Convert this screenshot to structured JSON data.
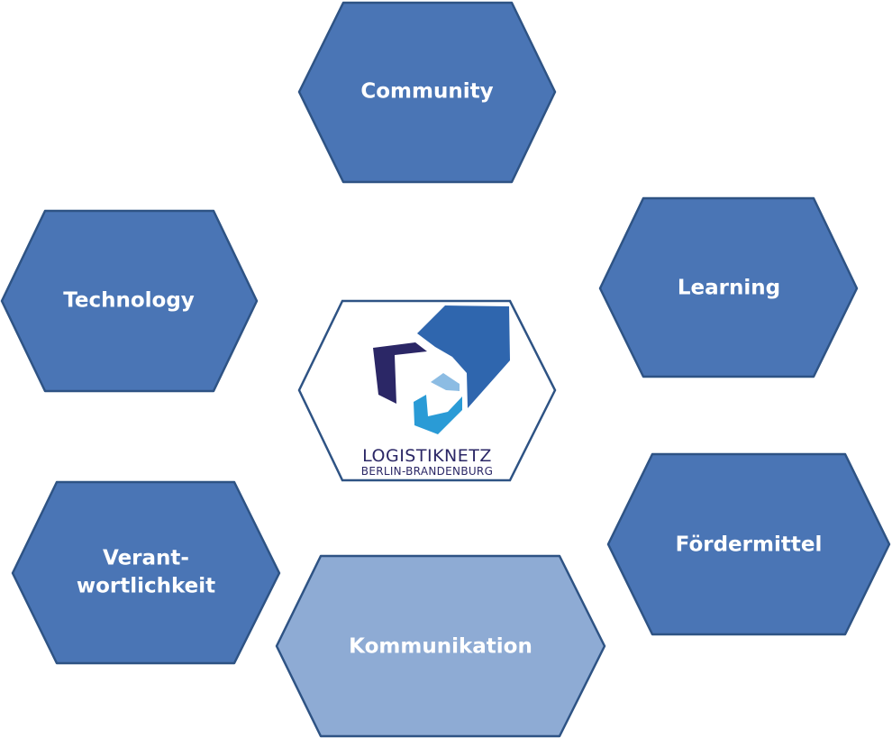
{
  "colors": {
    "hex_fill": "#4a75b5",
    "hex_fill_highlight": "#8eabd4",
    "hex_stroke": "#2e5384",
    "label": "#ffffff",
    "logo_dark": "#2b2766",
    "logo_blue": "#2f66ae",
    "logo_mid": "#2a9bd6",
    "logo_light": "#8cbce3"
  },
  "diagram": {
    "nodes": [
      {
        "id": "community",
        "lines": [
          "Community"
        ],
        "highlighted": false
      },
      {
        "id": "learning",
        "lines": [
          "Learning"
        ],
        "highlighted": false
      },
      {
        "id": "technology",
        "lines": [
          "Technology"
        ],
        "highlighted": false
      },
      {
        "id": "verantwortlichkeit",
        "lines": [
          "Verant-",
          "wortlichkeit"
        ],
        "highlighted": false
      },
      {
        "id": "foerdermittel",
        "lines": [
          "Fördermittel"
        ],
        "highlighted": false
      },
      {
        "id": "kommunikation",
        "lines": [
          "Kommunikation"
        ],
        "highlighted": true
      }
    ],
    "center_logo": {
      "name": "LOGISTIKNETZ",
      "subtitle": "BERLIN-BRANDENBURG"
    }
  }
}
